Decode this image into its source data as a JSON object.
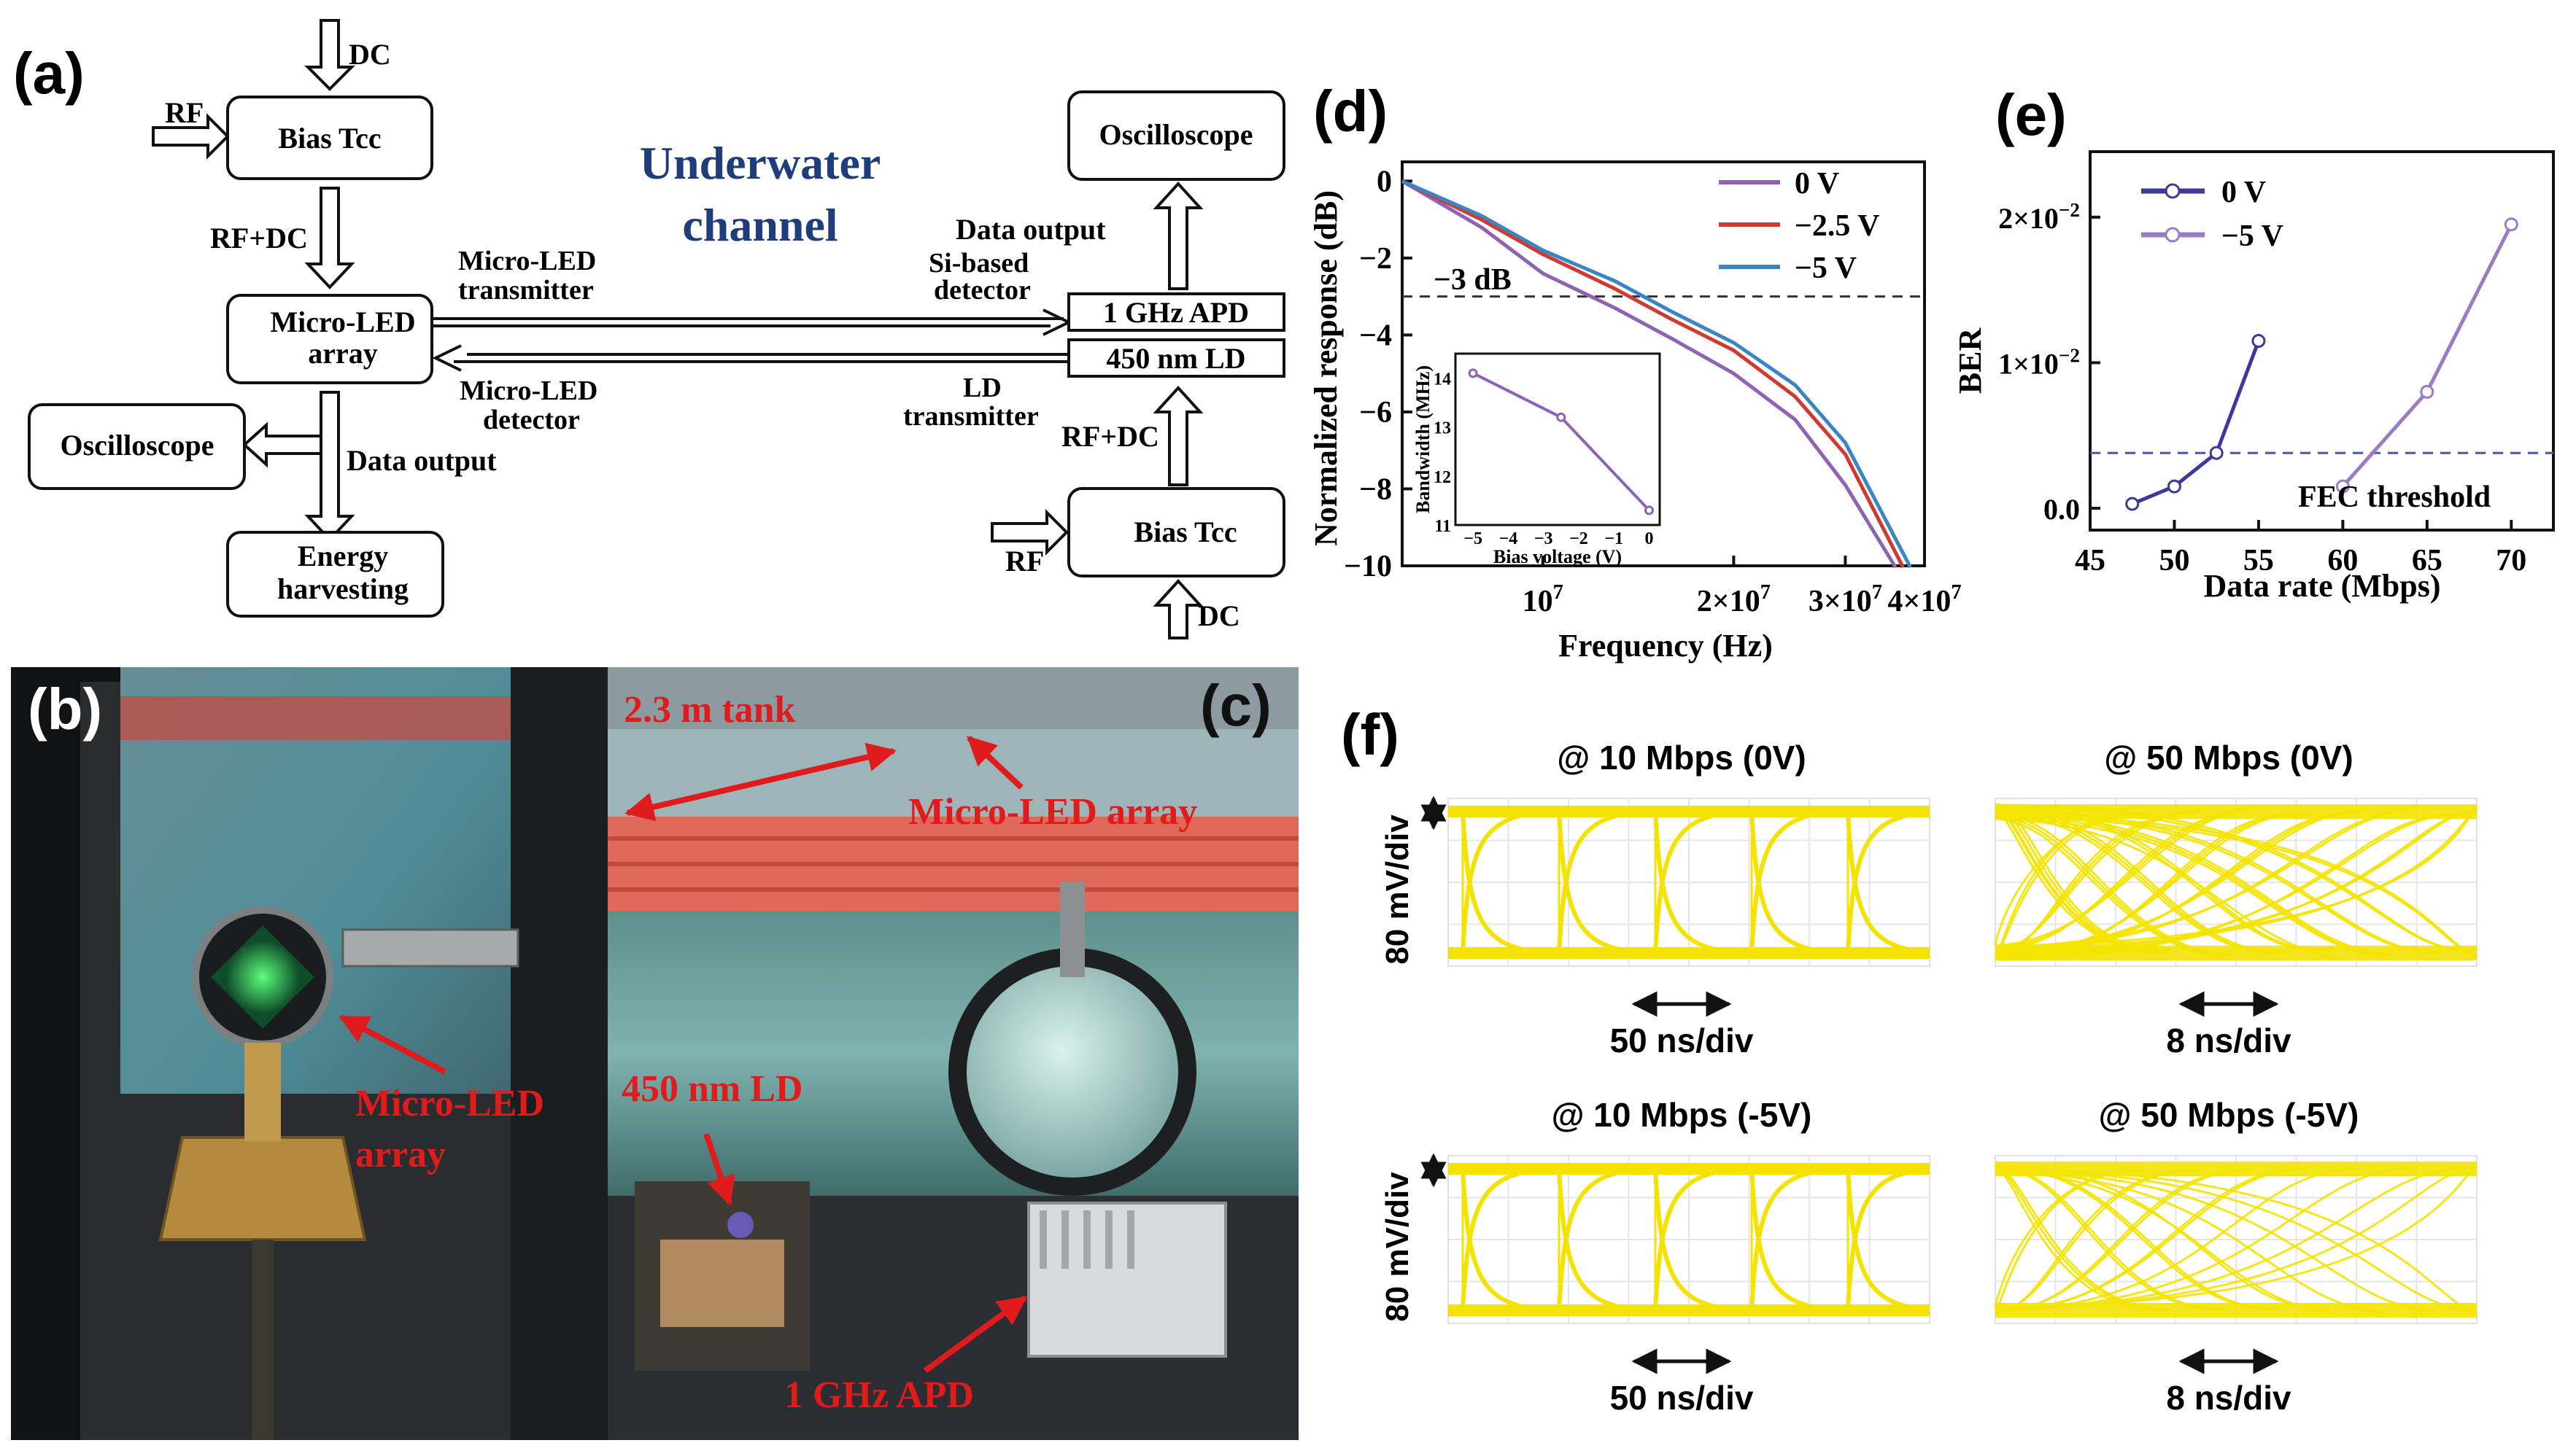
{
  "panels": {
    "a": "(a)",
    "b": "(b)",
    "c": "(c)",
    "d": "(d)",
    "e": "(e)",
    "f": "(f)"
  },
  "diagram": {
    "title_line1": "Underwater",
    "title_line2": "channel",
    "dc_top": "DC",
    "rf_left": "RF",
    "bias_left": "Bias Tcc",
    "rf_dc_left": "RF+DC",
    "microled_line1": "Micro-LED",
    "microled_line2": "array",
    "osc_left": "Oscilloscope",
    "data_output_left": "Data output",
    "energy_line1": "Energy",
    "energy_line2": "harvesting",
    "tx_line1": "Micro-LED",
    "tx_line2": "transmitter",
    "det_line1": "Micro-LED",
    "det_line2": "detector",
    "si_line1": "Si-based",
    "si_line2": "detector",
    "ld_tx_line1": "LD",
    "ld_tx_line2": "transmitter",
    "apd": "1 GHz APD",
    "ld": "450 nm LD",
    "osc_right": "Oscilloscope",
    "data_output_right": "Data output",
    "rf_dc_right": "RF+DC",
    "bias_right": "Bias Tcc",
    "rf_right": "RF",
    "dc_bottom": "DC"
  },
  "photos": {
    "b_label_line1": "Micro-LED",
    "b_label_line2": "array",
    "c_tank": "2.3 m tank",
    "c_array": "Micro-LED array",
    "c_ld": "450 nm LD",
    "c_apd": "1 GHz APD"
  },
  "chart_data": [
    {
      "id": "d",
      "type": "line",
      "xlabel": "Frequency (Hz)",
      "ylabel": "Normalized response (dB)",
      "x_scale": "log",
      "xlim": [
        6000000,
        40000000
      ],
      "ylim": [
        -10,
        0.5
      ],
      "xtick_labels": [
        "10^7",
        "2×10^7",
        "3×10^7",
        "4×10^7"
      ],
      "ytick_labels": [
        "0",
        "−2",
        "−4",
        "−6",
        "−8",
        "−10"
      ],
      "annotation": "−3 dB",
      "threshold": -3,
      "legend_position": "top-right",
      "series": [
        {
          "name": "0 V",
          "color": "#8e63b6",
          "x": [
            6000000,
            8000000,
            10000000,
            13000000,
            16000000,
            20000000,
            25000000,
            30000000,
            36000000
          ],
          "y": [
            0,
            -1.2,
            -2.4,
            -3.3,
            -4.1,
            -5.0,
            -6.2,
            -7.9,
            -10.2
          ]
        },
        {
          "name": "−2.5 V",
          "color": "#cf3a32",
          "x": [
            6000000,
            8000000,
            10000000,
            13000000,
            16000000,
            20000000,
            25000000,
            30000000,
            37000000
          ],
          "y": [
            0,
            -1.0,
            -1.9,
            -2.8,
            -3.6,
            -4.4,
            -5.6,
            -7.1,
            -10.2
          ]
        },
        {
          "name": "−5 V",
          "color": "#3a86c4",
          "x": [
            6000000,
            8000000,
            10000000,
            13000000,
            16000000,
            20000000,
            25000000,
            30000000,
            38000000
          ],
          "y": [
            0,
            -0.9,
            -1.8,
            -2.6,
            -3.4,
            -4.2,
            -5.3,
            -6.8,
            -10.2
          ]
        }
      ],
      "inset": {
        "type": "line",
        "xlabel": "Bias voltage (V)",
        "ylabel": "Bandwidth (MHz)",
        "xlim": [
          -5.5,
          0.3
        ],
        "ylim": [
          11,
          14.5
        ],
        "xticks": [
          "−5",
          "−4",
          "−3",
          "−2",
          "−1",
          "0"
        ],
        "yticks": [
          "11",
          "12",
          "13",
          "14"
        ],
        "x": [
          -5,
          -2.5,
          0
        ],
        "y": [
          14.1,
          13.2,
          11.3
        ],
        "color": "#8e63b6"
      }
    },
    {
      "id": "e",
      "type": "line",
      "xlabel": "Data rate (Mbps)",
      "ylabel": "BER",
      "xlim": [
        45,
        72.5
      ],
      "ylim": [
        -0.0015,
        0.0245
      ],
      "xtick_labels": [
        "45",
        "50",
        "55",
        "60",
        "65",
        "70"
      ],
      "ytick_labels": [
        "0.0",
        "1×10^−2",
        "2×10^−2"
      ],
      "annotation": "FEC threshold",
      "threshold": 0.0038,
      "legend_position": "top-left",
      "series": [
        {
          "name": "0 V",
          "color": "#3b3a9a",
          "x": [
            47.5,
            50,
            52.5,
            55
          ],
          "y": [
            0.0003,
            0.0015,
            0.0038,
            0.0115
          ]
        },
        {
          "name": "−5 V",
          "color": "#9a7cc6",
          "x": [
            60,
            65,
            70
          ],
          "y": [
            0.0015,
            0.008,
            0.0195
          ]
        }
      ]
    }
  ],
  "eyes": {
    "vertical_scale": "80 mV/div",
    "items": [
      {
        "title": "@ 10 Mbps (0V)",
        "time_scale": "50 ns/div"
      },
      {
        "title": "@ 50 Mbps (0V)",
        "time_scale": "8 ns/div"
      },
      {
        "title": "@ 10 Mbps (-5V)",
        "time_scale": "50 ns/div"
      },
      {
        "title": "@ 50 Mbps (-5V)",
        "time_scale": "8 ns/div"
      }
    ]
  }
}
